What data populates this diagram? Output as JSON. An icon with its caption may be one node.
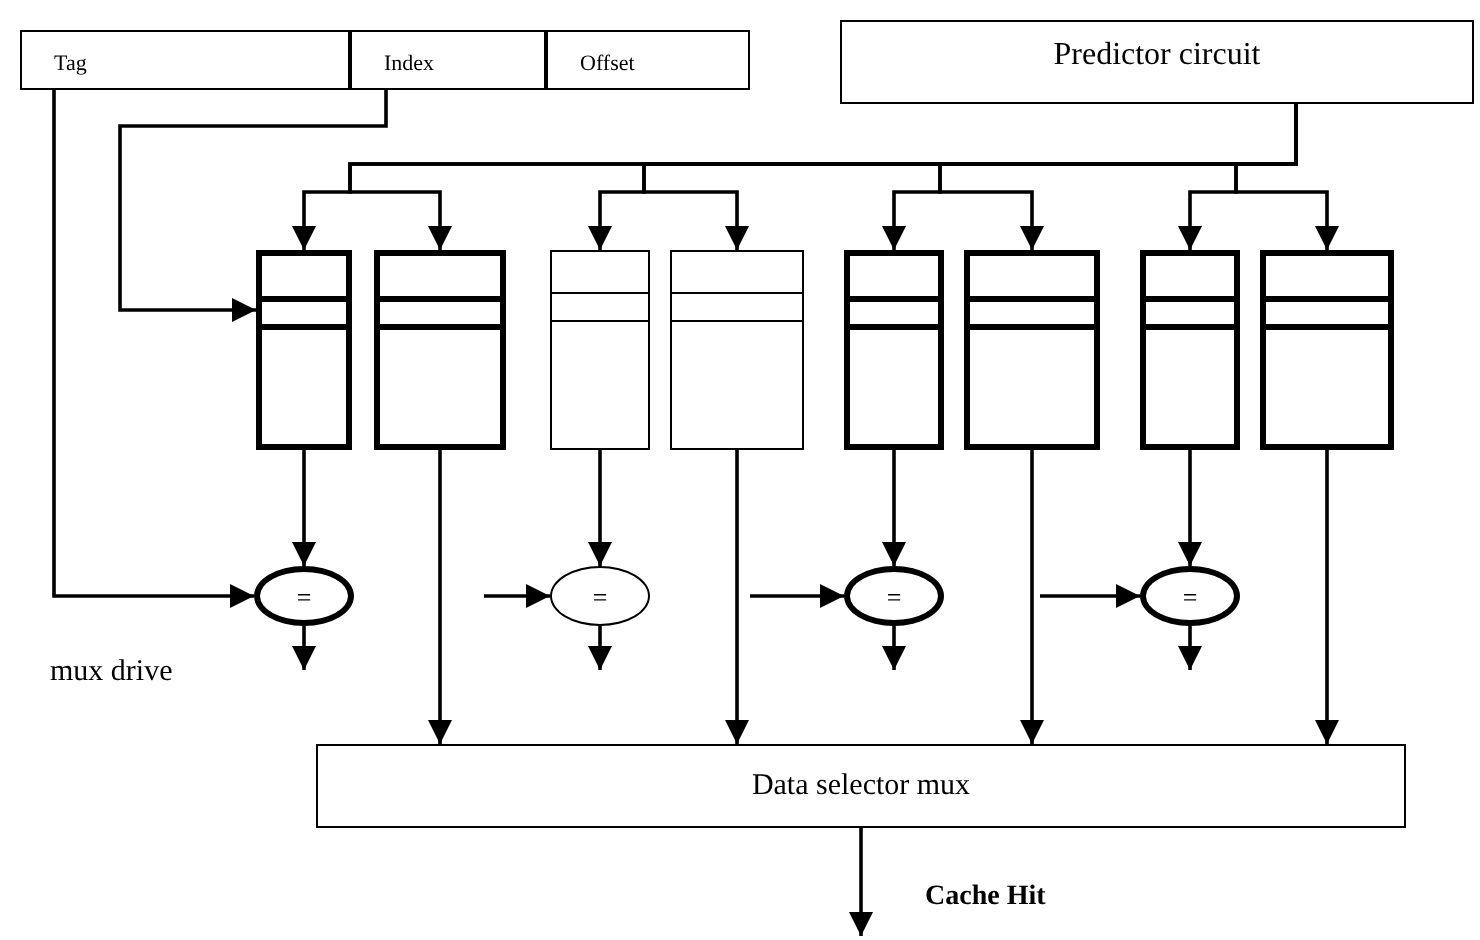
{
  "diagram": {
    "nodes": [
      {
        "text": [
          "Tag"
        ]
      },
      {
        "text": [
          "Index"
        ]
      },
      {
        "text": [
          "Offset"
        ]
      },
      {
        "text": [
          "Predictor circuit"
        ]
      },
      {
        "text": [],
        "shape": "box"
      },
      {
        "text": [],
        "shape": "box"
      },
      {
        "text": [],
        "shape": "box"
      },
      {
        "text": [],
        "shape": "box"
      },
      {
        "text": [],
        "shape": "box"
      },
      {
        "text": [],
        "shape": "box"
      },
      {
        "text": [],
        "shape": "box"
      },
      {
        "text": [],
        "shape": "box"
      },
      {
        "text": [
          "="
        ]
      },
      {
        "text": [
          "="
        ]
      },
      {
        "text": [
          "="
        ]
      },
      {
        "text": [
          "="
        ]
      },
      {
        "text": [
          "Data selector mux"
        ]
      }
    ],
    "edges": [
      {
        "from": 3,
        "to": 4,
        "arrow": "to"
      },
      {
        "from": 3,
        "to": 5,
        "arrow": "to"
      },
      {
        "from": 3,
        "to": 6,
        "arrow": "to"
      },
      {
        "from": 3,
        "to": 7,
        "arrow": "to"
      },
      {
        "from": 3,
        "to": 8,
        "arrow": "to"
      },
      {
        "from": 3,
        "to": 9,
        "arrow": "to"
      },
      {
        "from": 3,
        "to": 10,
        "arrow": "to"
      },
      {
        "from": 3,
        "to": 11,
        "arrow": "to"
      },
      {
        "from": 1,
        "to": 4,
        "arrow": "to"
      },
      {
        "from": 0,
        "to": 12,
        "arrow": "to"
      },
      {
        "from": 4,
        "to": 12,
        "arrow": "to"
      },
      {
        "from": 6,
        "to": 13,
        "arrow": "to"
      },
      {
        "from": 8,
        "to": 14,
        "arrow": "to"
      },
      {
        "from": 10,
        "to": 15,
        "arrow": "to"
      },
      {
        "from": null,
        "to": 13,
        "arrow": "to"
      },
      {
        "from": null,
        "to": 14,
        "arrow": "to"
      },
      {
        "from": null,
        "to": 15,
        "arrow": "to"
      },
      {
        "from": 12,
        "to": null,
        "arrow": "to"
      },
      {
        "from": 13,
        "to": null,
        "arrow": "to"
      },
      {
        "from": 14,
        "to": null,
        "arrow": "to"
      },
      {
        "from": 15,
        "to": null,
        "arrow": "to"
      },
      {
        "from": 5,
        "to": 16,
        "arrow": "to"
      },
      {
        "from": 7,
        "to": 16,
        "arrow": "to"
      },
      {
        "from": 9,
        "to": 16,
        "arrow": "to"
      },
      {
        "from": 11,
        "to": 16,
        "arrow": "to"
      },
      {
        "from": 16,
        "to": null,
        "arrow": "to",
        "label": "Cache Hit"
      }
    ],
    "labels": [
      "mux drive"
    ]
  }
}
